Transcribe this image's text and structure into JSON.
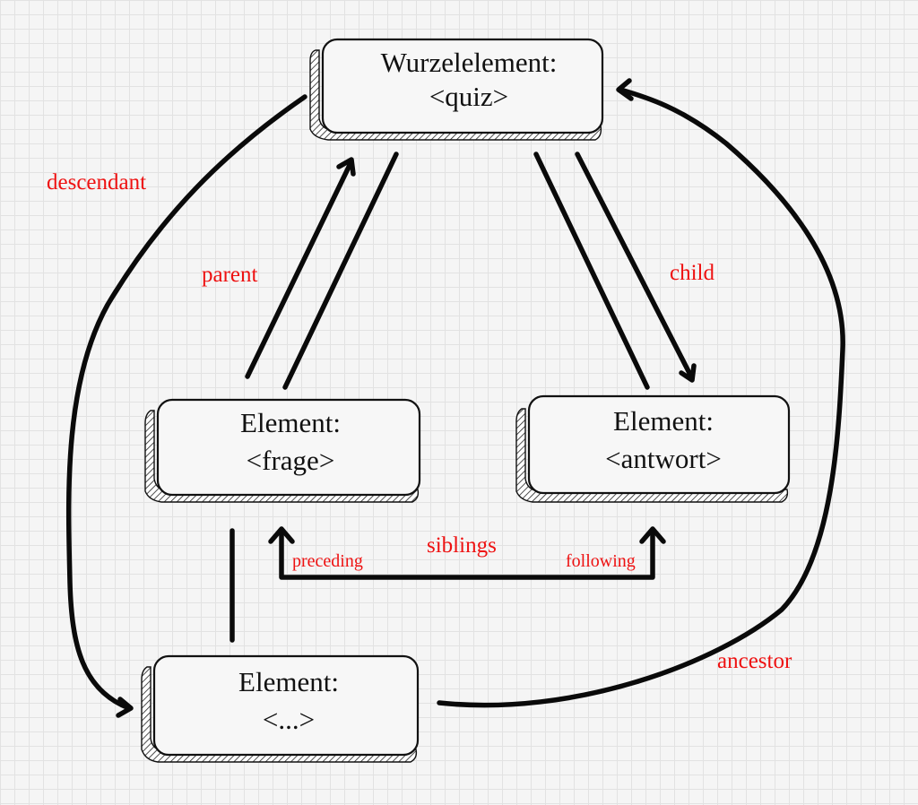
{
  "nodes": {
    "root": {
      "line1": "Wurzelelement:",
      "line2": "<quiz>"
    },
    "frage": {
      "line1": "Element:",
      "line2": "<frage>"
    },
    "antwort": {
      "line1": "Element:",
      "line2": "<antwort>"
    },
    "other": {
      "line1": "Element:",
      "line2": "<...>"
    }
  },
  "relations": {
    "descendant": "descendant",
    "parent": "parent",
    "child": "child",
    "siblings": "siblings",
    "preceding": "preceding",
    "following": "following",
    "ancestor": "ancestor"
  },
  "colors": {
    "label": "#ee1111",
    "line": "#0a0a0a"
  }
}
